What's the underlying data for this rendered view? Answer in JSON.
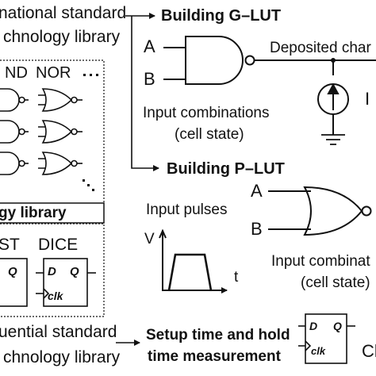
{
  "lib_top": {
    "line1": "national standard",
    "line2": "chnology library"
  },
  "gate_names": {
    "nand": "ND",
    "nor": "NOR",
    "ellipsis": "..."
  },
  "g_lut": {
    "title": "Building G–LUT",
    "input_a": "A",
    "input_b": "B",
    "output_label": "Deposited char",
    "caption_line1": "Input combinations",
    "caption_line2": "(cell state)",
    "source_label": "I"
  },
  "tech_library_label": "gy library",
  "p_lut": {
    "title": "Building P–LUT",
    "pulses_label": "Input pulses",
    "v_axis": "V",
    "t_axis": "t",
    "input_a": "A",
    "input_b": "B",
    "caption_line1": "Input combinat",
    "caption_line2": "(cell state)"
  },
  "seq_cells": {
    "left_name": "ST",
    "right_name": "DICE",
    "d": "D",
    "q": "Q",
    "clk": "clk"
  },
  "lib_bottom": {
    "line1": "uential standard",
    "line2": "chnology library"
  },
  "setup_hold": {
    "line1": "Setup time and hold",
    "line2": "time measurement"
  },
  "right_cell": {
    "d": "D",
    "q": "Q",
    "clk": "clk",
    "name": "Cl"
  }
}
